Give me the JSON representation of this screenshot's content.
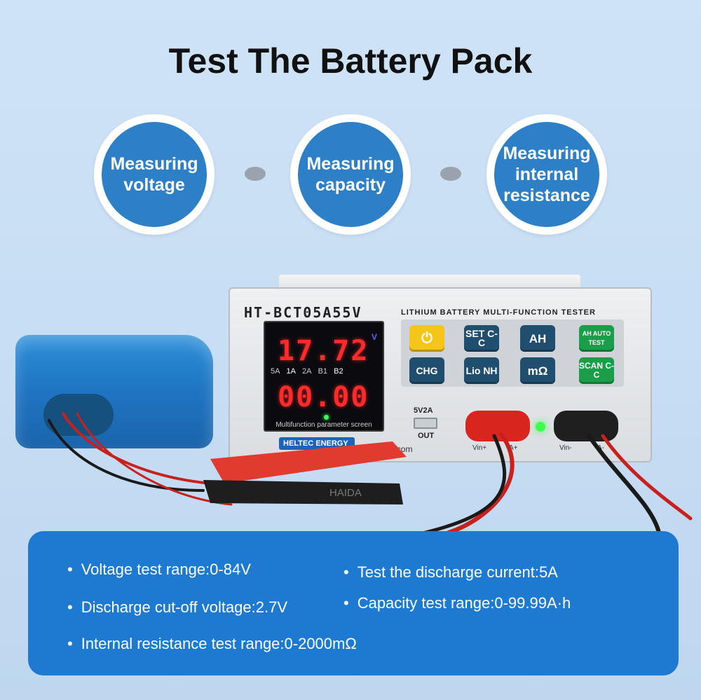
{
  "title": "Test The Battery Pack",
  "features": [
    {
      "label": "Measuring voltage"
    },
    {
      "label": "Measuring capacity"
    },
    {
      "label": "Measuring internal resistance"
    }
  ],
  "device": {
    "model": "HT-BCT05A55V",
    "subtitle": "LITHIUM BATTERY MULTI-FUNCTION TESTER",
    "display": {
      "voltage": "17.72",
      "current": "00.00",
      "unit_v": "V",
      "indicators": [
        "5A",
        "1A",
        "2A",
        "B1",
        "B2"
      ],
      "caption": "Multifunction parameter screen"
    },
    "keys": {
      "power": "⏻",
      "set_cc": "SET C-C",
      "ah": "AH",
      "ah_auto": "AH AUTO TEST",
      "chg": "CHG",
      "lio_nh": "Lio NH",
      "m_ohm": "mΩ",
      "scan_cc": "SCAN C-C"
    },
    "usb_label": "5V2A",
    "usb_out": "OUT",
    "logo": "HELTEC ENERGY",
    "site": "ergy.com",
    "ports": [
      "Vin+",
      "A+",
      "Vin-",
      "A-"
    ],
    "clip_brand": "HAIDA"
  },
  "specs": [
    "Voltage test range:0-84V",
    "Test the discharge current:5A",
    "Discharge cut-off voltage:2.7V",
    "Capacity test range:0-99.99A·h",
    "Internal resistance test range:0-2000mΩ"
  ],
  "colors": {
    "accent_blue": "#2d7fc6",
    "spec_box": "#1d7ad0",
    "background": "#c6ddf3"
  }
}
